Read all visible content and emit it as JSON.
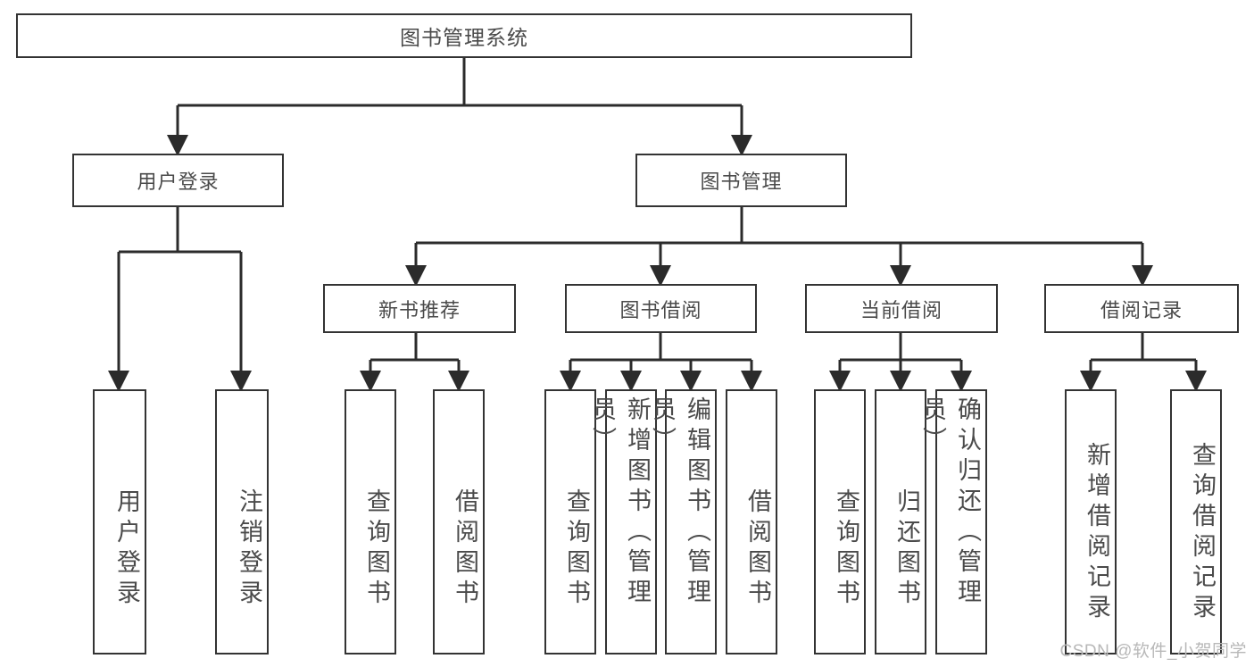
{
  "diagram": {
    "title": "图书管理系统",
    "type": "hierarchy-tree",
    "root": {
      "label": "图书管理系统"
    },
    "level1": [
      {
        "id": "user-login",
        "label": "用户登录"
      },
      {
        "id": "book-management",
        "label": "图书管理"
      }
    ],
    "level2": [
      {
        "id": "new-book-recommend",
        "label": "新书推荐"
      },
      {
        "id": "book-borrow",
        "label": "图书借阅"
      },
      {
        "id": "current-borrow",
        "label": "当前借阅"
      },
      {
        "id": "borrow-record",
        "label": "借阅记录"
      }
    ],
    "leaves": {
      "user_login": [
        {
          "id": "leaf-user-login",
          "label": "用户登录"
        },
        {
          "id": "leaf-logout-login",
          "label": "注销登录"
        }
      ],
      "new_book_recommend": [
        {
          "id": "leaf-query-book-1",
          "label": "查询图书"
        },
        {
          "id": "leaf-borrow-book-1",
          "label": "借阅图书"
        }
      ],
      "book_borrow": [
        {
          "id": "leaf-query-book-2",
          "label": "查询图书"
        },
        {
          "id": "leaf-add-book",
          "label": "新增图书（管理员）"
        },
        {
          "id": "leaf-edit-book",
          "label": "编辑图书（管理员）"
        },
        {
          "id": "leaf-borrow-book-2",
          "label": "借阅图书"
        }
      ],
      "current_borrow": [
        {
          "id": "leaf-query-book-3",
          "label": "查询图书"
        },
        {
          "id": "leaf-return-book",
          "label": "归还图书"
        },
        {
          "id": "leaf-confirm-return",
          "label": "确认归还（管理员）"
        }
      ],
      "borrow_record": [
        {
          "id": "leaf-add-record",
          "label": "新增借阅记录"
        },
        {
          "id": "leaf-query-record",
          "label": "查询借阅记录"
        }
      ]
    }
  },
  "watermark": {
    "text": "CSDN @软件_小贺同学"
  },
  "colors": {
    "box_border": "#333333",
    "box_fill": "#ffffff",
    "text": "#4a4a4a",
    "line": "#2b2b2b",
    "watermark": "#b8b8b8",
    "page_background": "#ffffff"
  }
}
